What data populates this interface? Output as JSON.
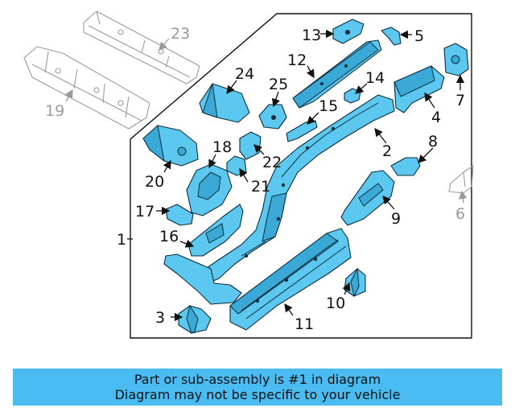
{
  "diagram": {
    "callouts": [
      {
        "num": "1"
      },
      {
        "num": "2"
      },
      {
        "num": "3"
      },
      {
        "num": "4"
      },
      {
        "num": "5"
      },
      {
        "num": "6"
      },
      {
        "num": "7"
      },
      {
        "num": "8"
      },
      {
        "num": "9"
      },
      {
        "num": "10"
      },
      {
        "num": "11"
      },
      {
        "num": "12"
      },
      {
        "num": "13"
      },
      {
        "num": "14"
      },
      {
        "num": "15"
      },
      {
        "num": "16"
      },
      {
        "num": "17"
      },
      {
        "num": "18"
      },
      {
        "num": "19"
      },
      {
        "num": "20"
      },
      {
        "num": "21"
      },
      {
        "num": "22"
      },
      {
        "num": "23"
      },
      {
        "num": "24"
      },
      {
        "num": "25"
      }
    ],
    "colors": {
      "highlight": "#5cc8f0",
      "outline": "#0c2d3c",
      "ghost": "#9a9a9a",
      "banner": "#4bbcf2"
    }
  },
  "banner": {
    "line1": "Part or sub-assembly is #1 in diagram",
    "line2": "Diagram may not be specific to your vehicle"
  }
}
